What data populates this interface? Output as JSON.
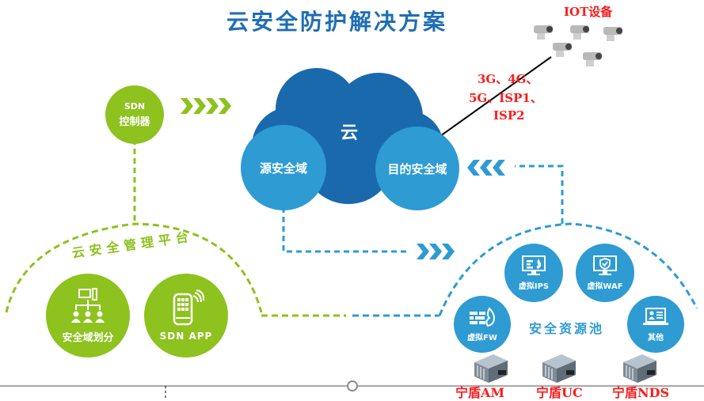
{
  "title": "云安全防护解决方案",
  "colors": {
    "title": "#1f6eb3",
    "cloud_dark": "#1a69ad",
    "cloud_light": "#2e9bd3",
    "green": "#8dc21f",
    "red_annotation": "#ff1a1a"
  },
  "sdn_controller": {
    "line1": "SDN",
    "line2": "控制器"
  },
  "cloud": {
    "center_label": "云",
    "source_domain": "源安全域",
    "dest_domain": "目的安全域"
  },
  "iot": {
    "label": "IOT设备",
    "camera_count": 5,
    "link_line1": "3G、4G、",
    "link_line2": "5G、ISP1、",
    "link_line3": "ISP2"
  },
  "management_platform": {
    "arc_label": "云安全管理平台",
    "items": [
      {
        "label": "安全域划分",
        "icon": "org-chart-icon"
      },
      {
        "label": "SDN APP",
        "icon": "smartphone-signal-icon"
      }
    ]
  },
  "resource_pool": {
    "label": "安全资源池",
    "items": [
      {
        "label": "虚拟FW",
        "icon": "firewall-icon"
      },
      {
        "label": "虚拟IPS",
        "icon": "monitor-firewall-icon"
      },
      {
        "label": "虚拟WAF",
        "icon": "monitor-shield-icon"
      },
      {
        "label": "其他",
        "icon": "laptop-profile-icon"
      }
    ]
  },
  "devices": [
    {
      "label": "宁盾AM",
      "icon": "server-icon"
    },
    {
      "label": "宁盾UC",
      "icon": "server-icon"
    },
    {
      "label": "宁盾NDS",
      "icon": "server-icon"
    }
  ]
}
